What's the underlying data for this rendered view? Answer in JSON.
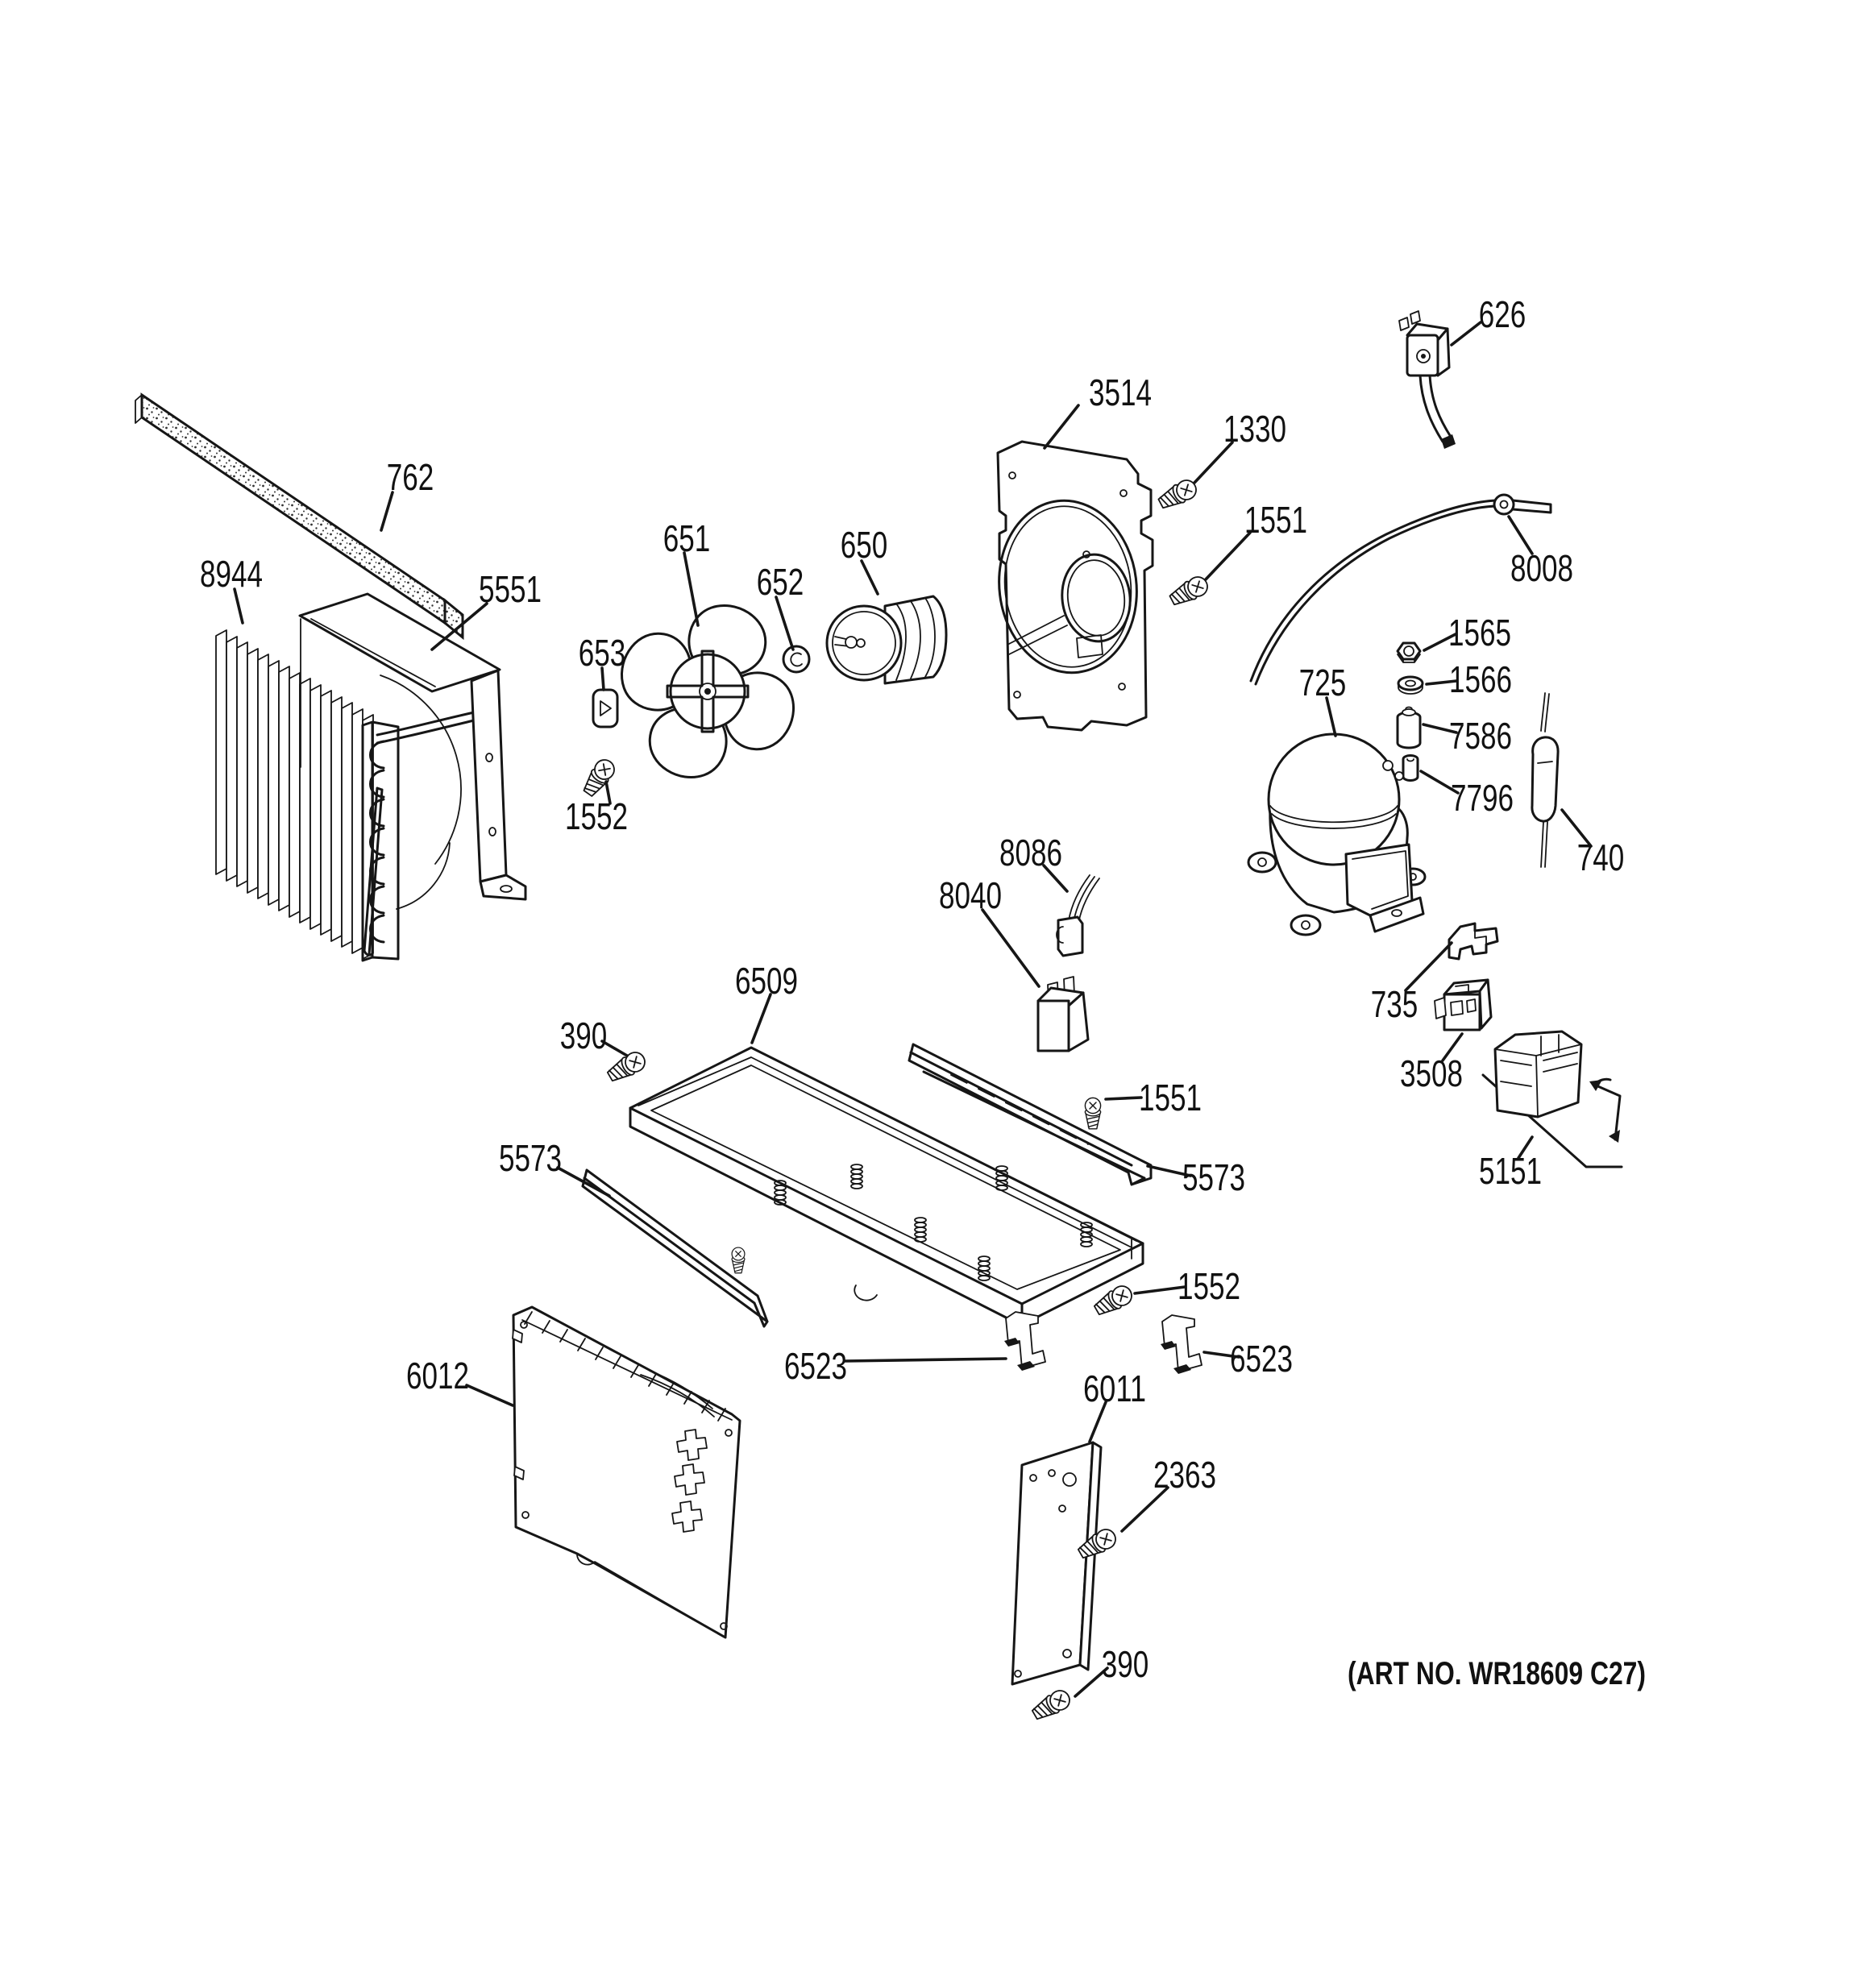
{
  "artwork": {
    "art_no": "(ART NO. WR18609 C27)"
  },
  "callouts": {
    "l762": "762",
    "l8944": "8944",
    "l5551": "5551",
    "l651": "651",
    "l652": "652",
    "l653": "653",
    "l650": "650",
    "l3514": "3514",
    "l1330": "1330",
    "l1551a": "1551",
    "l626": "626",
    "l8008": "8008",
    "l1565": "1565",
    "l1566": "1566",
    "l7586": "7586",
    "l7796": "7796",
    "l725": "725",
    "l740": "740",
    "l735": "735",
    "l3508": "3508",
    "l5151": "5151",
    "l8086": "8086",
    "l8040": "8040",
    "l6509": "6509",
    "l390a": "390",
    "l1551b": "1551",
    "l5573a": "5573",
    "l5573b": "5573",
    "l1552a": "1552",
    "l1552b": "1552",
    "l6523a": "6523",
    "l6523b": "6523",
    "l6012": "6012",
    "l6011": "6011",
    "l2363": "2363",
    "l390b": "390"
  }
}
